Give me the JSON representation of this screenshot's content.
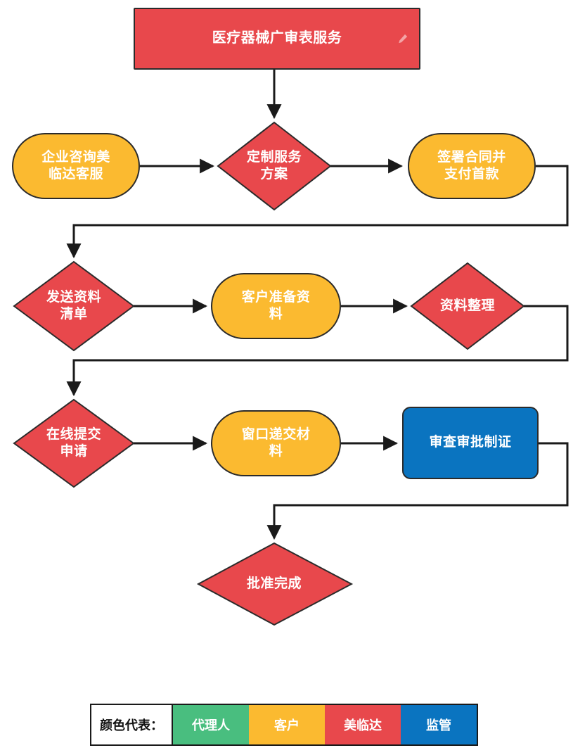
{
  "diagram": {
    "title_node": {
      "label": "医疗器械广审表服务",
      "icon": "pencil-edit-icon"
    },
    "nodes": [
      {
        "id": "n1",
        "label": "医疗器械广审表服务",
        "shape": "rect",
        "color": "#e8484c",
        "actor": "美临达"
      },
      {
        "id": "n2",
        "label": "企业咨询美\n临达客服",
        "shape": "stadium",
        "color": "#fbba30",
        "actor": "客户"
      },
      {
        "id": "n3",
        "label": "定制服务\n方案",
        "shape": "diamond",
        "color": "#e8484c",
        "actor": "美临达"
      },
      {
        "id": "n4",
        "label": "签署合同并\n支付首款",
        "shape": "stadium",
        "color": "#fbba30",
        "actor": "客户"
      },
      {
        "id": "n5",
        "label": "发送资料\n清单",
        "shape": "diamond",
        "color": "#e8484c",
        "actor": "美临达"
      },
      {
        "id": "n6",
        "label": "客户准备资\n料",
        "shape": "stadium",
        "color": "#fbba30",
        "actor": "客户"
      },
      {
        "id": "n7",
        "label": "资料整理",
        "shape": "diamond",
        "color": "#e8484c",
        "actor": "美临达"
      },
      {
        "id": "n8",
        "label": "在线提交\n申请",
        "shape": "diamond",
        "color": "#e8484c",
        "actor": "美临达"
      },
      {
        "id": "n9",
        "label": "窗口递交材\n料",
        "shape": "stadium",
        "color": "#fbba30",
        "actor": "客户"
      },
      {
        "id": "n10",
        "label": "审查审批制证",
        "shape": "round",
        "color": "#0a74c0",
        "actor": "监管"
      },
      {
        "id": "n11",
        "label": "批准完成",
        "shape": "diamond",
        "color": "#e8484c",
        "actor": "美临达"
      }
    ],
    "edges": [
      {
        "from": "n1",
        "to": "n3"
      },
      {
        "from": "n2",
        "to": "n3"
      },
      {
        "from": "n3",
        "to": "n4"
      },
      {
        "from": "n4",
        "to": "n5"
      },
      {
        "from": "n5",
        "to": "n6"
      },
      {
        "from": "n6",
        "to": "n7"
      },
      {
        "from": "n7",
        "to": "n8"
      },
      {
        "from": "n8",
        "to": "n9"
      },
      {
        "from": "n9",
        "to": "n10"
      },
      {
        "from": "n10",
        "to": "n11"
      }
    ],
    "legend": {
      "title": "颜色代表：",
      "items": [
        {
          "label": "代理人",
          "color": "#49be7f"
        },
        {
          "label": "客户",
          "color": "#fbba30"
        },
        {
          "label": "美临达",
          "color": "#e8484c"
        },
        {
          "label": "监管",
          "color": "#0a74c0"
        }
      ]
    },
    "palette": {
      "red": "#e8484c",
      "yellow": "#fbba30",
      "blue": "#0a74c0",
      "green": "#49be7f",
      "stroke": "#2b2b2b",
      "connector": "#1a1a1a",
      "background": "#ffffff"
    }
  }
}
